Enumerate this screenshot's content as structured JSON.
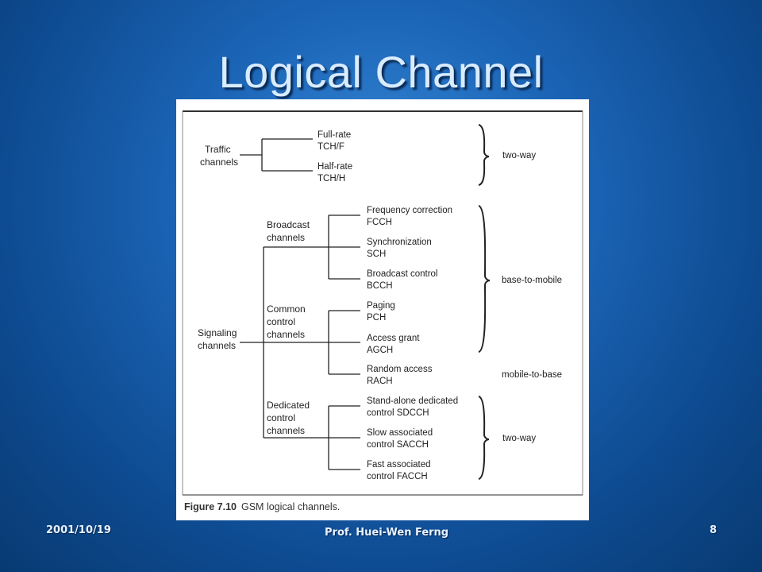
{
  "slide": {
    "title": "Logical Channel",
    "footer_date": "2001/10/19",
    "footer_author": "Prof. Huei-Wen Ferng",
    "footer_page": "8"
  },
  "figure": {
    "caption_label": "Figure 7.10",
    "caption_text": "GSM logical channels.",
    "traffic": {
      "label_line1": "Traffic",
      "label_line2": "channels",
      "items": [
        {
          "line1": "Full-rate",
          "line2": "TCH/F"
        },
        {
          "line1": "Half-rate",
          "line2": "TCH/H"
        }
      ],
      "direction": "two-way"
    },
    "signaling": {
      "label_line1": "Signaling",
      "label_line2": "channels",
      "broadcast": {
        "label_line1": "Broadcast",
        "label_line2": "channels",
        "items": [
          {
            "line1": "Frequency correction",
            "line2": "FCCH"
          },
          {
            "line1": "Synchronization",
            "line2": "SCH"
          },
          {
            "line1": "Broadcast control",
            "line2": "BCCH"
          }
        ]
      },
      "common": {
        "label_line1": "Common",
        "label_line2": "control",
        "label_line3": "channels",
        "items": [
          {
            "line1": "Paging",
            "line2": "PCH"
          },
          {
            "line1": "Access grant",
            "line2": "AGCH"
          },
          {
            "line1": "Random access",
            "line2": "RACH"
          }
        ]
      },
      "dedicated": {
        "label_line1": "Dedicated",
        "label_line2": "control",
        "label_line3": "channels",
        "items": [
          {
            "line1": "Stand-alone dedicated",
            "line2": "control SDCCH"
          },
          {
            "line1": "Slow associated",
            "line2": "control SACCH"
          },
          {
            "line1": "Fast associated",
            "line2": "control FACCH"
          }
        ]
      },
      "direction_base_to_mobile": "base-to-mobile",
      "direction_mobile_to_base": "mobile-to-base",
      "direction_two_way": "two-way"
    }
  }
}
